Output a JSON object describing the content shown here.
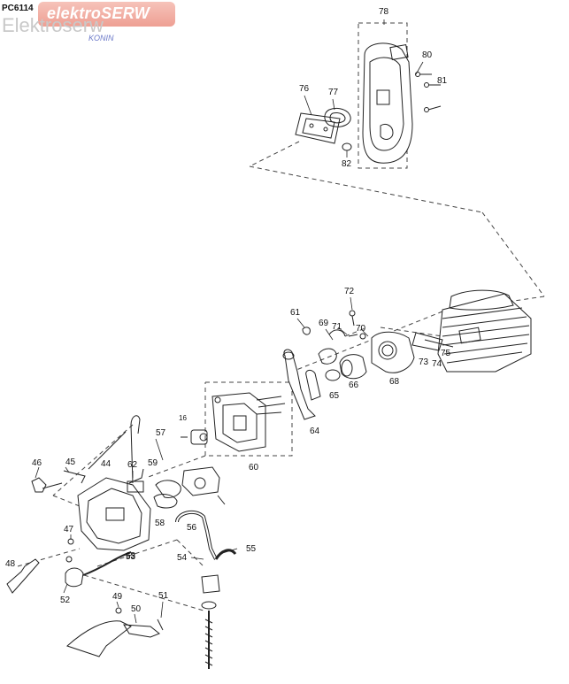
{
  "header": {
    "code": "PC6114",
    "logo_text": "elektroSERW",
    "watermark": "Elektroserw",
    "city": "KONIN"
  },
  "colors": {
    "logo_bg": "#ee9f93",
    "line": "#222222",
    "city": "#6a78c8"
  },
  "labels": [
    "78",
    "80",
    "76",
    "77",
    "81",
    "82",
    "72",
    "61",
    "69",
    "71",
    "70",
    "73",
    "74",
    "75",
    "66",
    "65",
    "68",
    "64",
    "60",
    "57",
    "59",
    "62",
    "63",
    "56",
    "58",
    "55",
    "54",
    "53",
    "47",
    "46",
    "45",
    "44",
    "48",
    "52",
    "49",
    "50",
    "51",
    "16"
  ]
}
